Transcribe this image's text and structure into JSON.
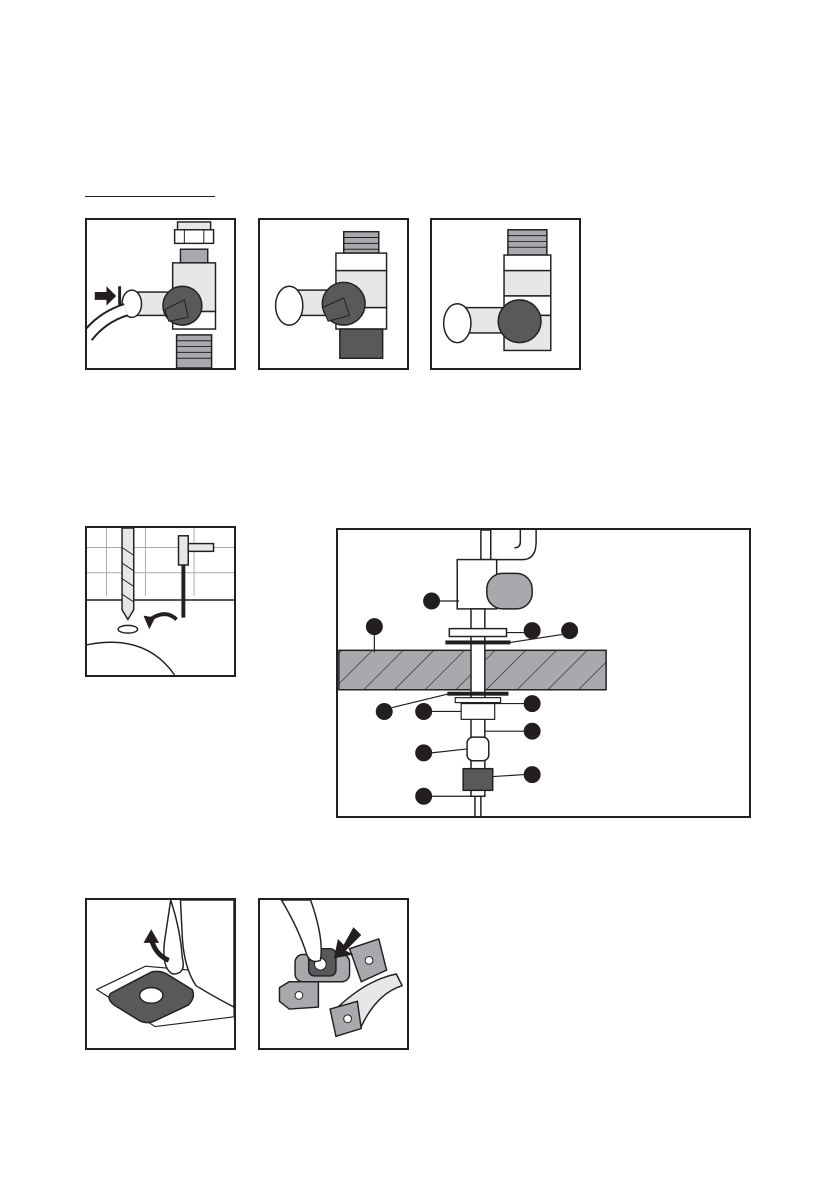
{
  "document": {
    "section_rule": "section-heading-underline",
    "figures": [
      {
        "id": "valve-connect",
        "icon": "push-fit-connector-arrow"
      },
      {
        "id": "valve-front",
        "icon": "angle-valve"
      },
      {
        "id": "valve-side",
        "icon": "angle-valve-threaded"
      },
      {
        "id": "drill-hole",
        "icon": "drill-bit-and-rotation-arrow"
      },
      {
        "id": "faucet-cross-section",
        "icon": "faucet-mounting-diagram"
      },
      {
        "id": "peel-pad",
        "icon": "adhesive-pad-peel-arrow"
      },
      {
        "id": "attach-pad",
        "icon": "drain-saddle-press-arrow"
      }
    ],
    "colors": {
      "ink": "#231f20",
      "dark_grey": "#58595b",
      "mid_grey": "#a7a9ac",
      "light_grey": "#e6e7e8"
    }
  }
}
